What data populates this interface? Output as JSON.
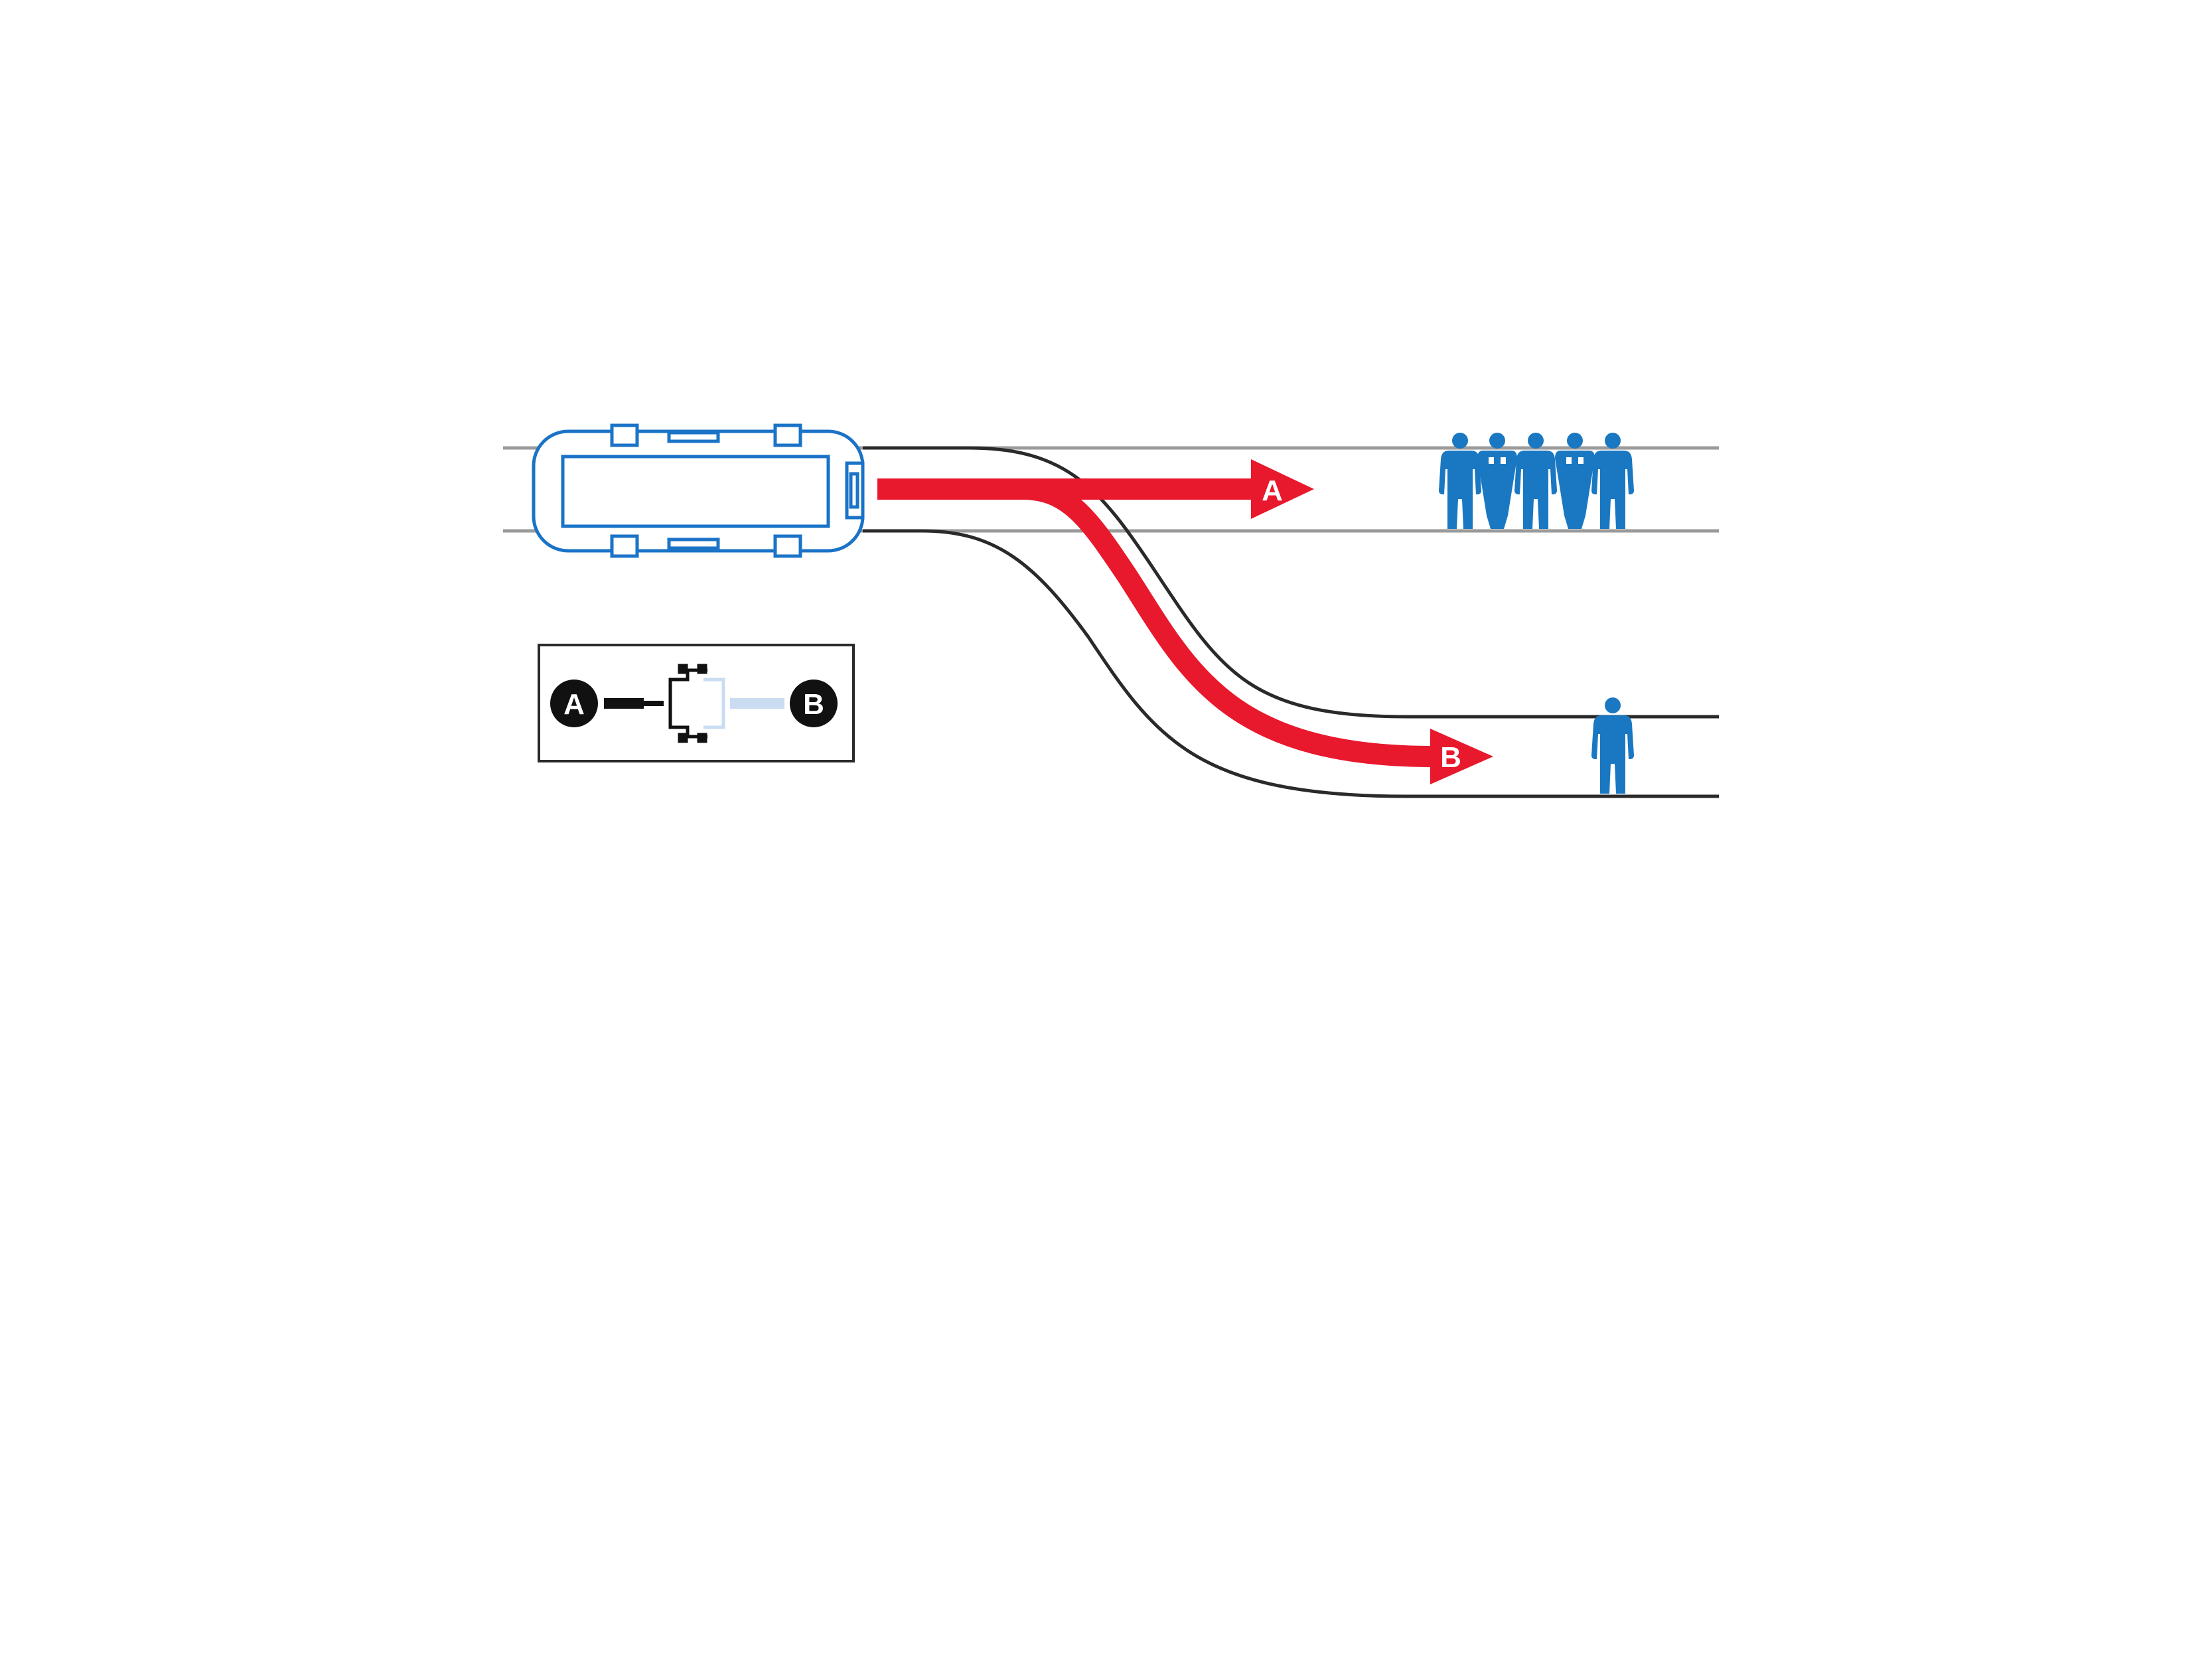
{
  "diagram": {
    "route_a": {
      "label": "A"
    },
    "route_b": {
      "label": "B"
    },
    "legend": {
      "left_label": "A",
      "right_label": "B"
    },
    "pedestrians": {
      "main_road_count": 5,
      "branch_road_count": 1
    }
  },
  "colors": {
    "vehicle": "#1a73c7",
    "arrow": "#e8182d",
    "road_edge_upper": "#9a9a9a",
    "road_edge": "#2a2a2a",
    "person": "#1a78c2",
    "legend_circle": "#111111",
    "legend_light": "#c9dcf2"
  }
}
